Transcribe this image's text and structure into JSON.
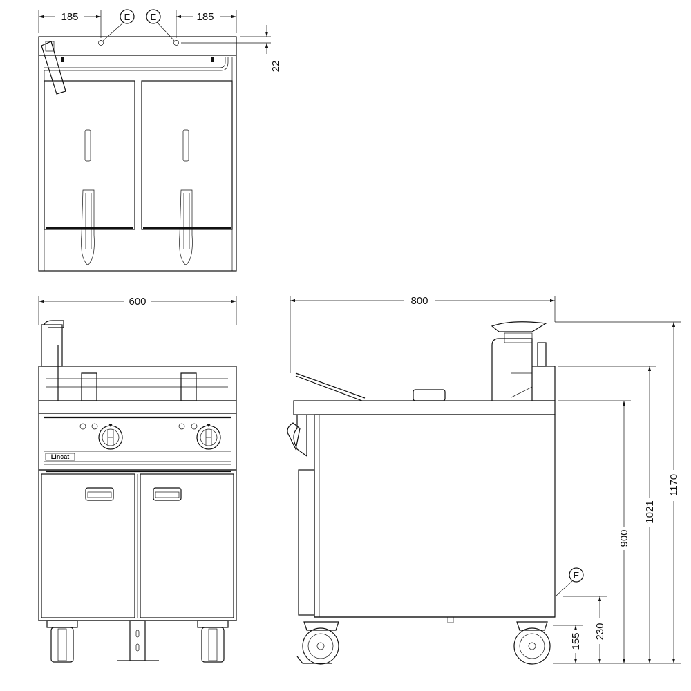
{
  "top_view": {
    "dim_left": "185",
    "dim_right": "185",
    "callout_left": "E",
    "callout_right": "E",
    "dim_depth": "22"
  },
  "front_view": {
    "dim_width": "600",
    "brand_logo": "Lincat"
  },
  "side_view": {
    "dim_depth": "800",
    "dim_height_total": "1170",
    "dim_height_splash": "1021",
    "dim_height_worktop": "900",
    "dim_height_connection": "230",
    "dim_height_base": "155",
    "callout": "E"
  }
}
